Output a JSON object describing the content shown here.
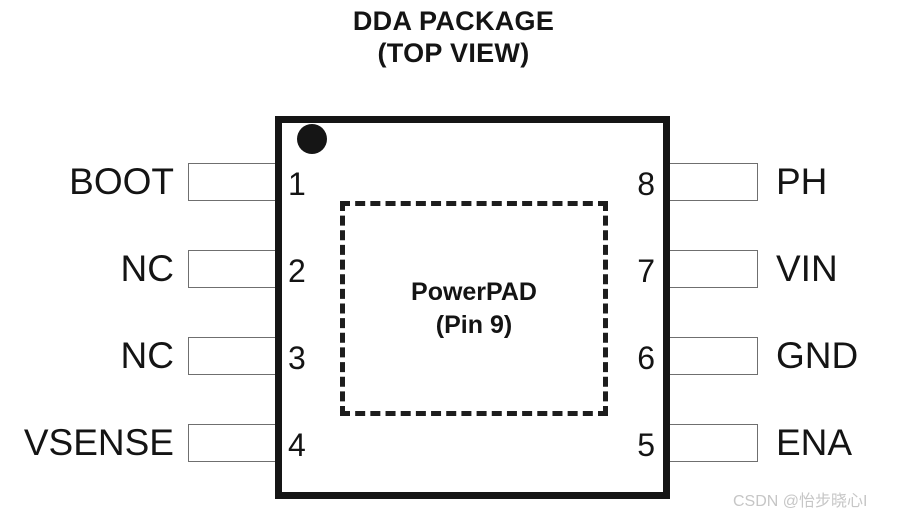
{
  "title": {
    "line1": "DDA PACKAGE",
    "line2": "(TOP VIEW)"
  },
  "package": {
    "powerpad": {
      "name": "PowerPAD",
      "pin": "(Pin 9)"
    },
    "pin1_marker": "pin-1-dot",
    "left_pins": [
      {
        "number": "1",
        "label": "BOOT"
      },
      {
        "number": "2",
        "label": "NC"
      },
      {
        "number": "3",
        "label": "NC"
      },
      {
        "number": "4",
        "label": "VSENSE"
      }
    ],
    "right_pins": [
      {
        "number": "8",
        "label": "PH"
      },
      {
        "number": "7",
        "label": "VIN"
      },
      {
        "number": "6",
        "label": "GND"
      },
      {
        "number": "5",
        "label": "ENA"
      }
    ]
  },
  "watermark": "CSDN @怡步晓心I",
  "colors": {
    "background": "#ffffff",
    "outline": "#151515",
    "lead_stroke": "#6f6f6f",
    "text": "#141414",
    "watermark": "#c6c6c6"
  }
}
